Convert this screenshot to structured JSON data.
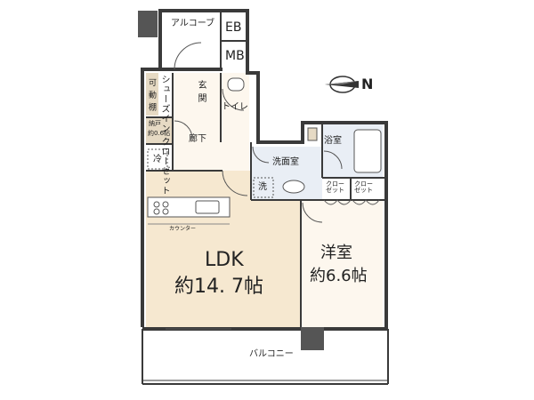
{
  "rooms": {
    "alcove": "アルコーブ",
    "eb": "EB",
    "mb": "MB",
    "shoes": "シューズイン\nクローゼット",
    "movable_shelf": "可\n動\n棚",
    "entrance": "玄\n関",
    "toilet": "トイレ",
    "storage": "納戸",
    "storage_size": "約0.6帖",
    "hallway": "廊下",
    "fridge": "冷",
    "washroom": "洗面室",
    "washer": "洗",
    "bath": "浴室",
    "closet_a": "クロー\nゼット",
    "closet_b": "クロー\nゼット",
    "counter": "カウンター",
    "ldk": "LDK",
    "ldk_size": "約14. 7帖",
    "western": "洋室",
    "western_size": "約6.6帖",
    "balcony": "バルコニー"
  },
  "compass": {
    "label": "N"
  },
  "colors": {
    "wall": "#3a3a3a",
    "ldk_floor": "#f6e8d0",
    "room_floor": "#fdf7ee",
    "storage_fill": "#e6dac4",
    "water_area": "#e9eef5"
  }
}
